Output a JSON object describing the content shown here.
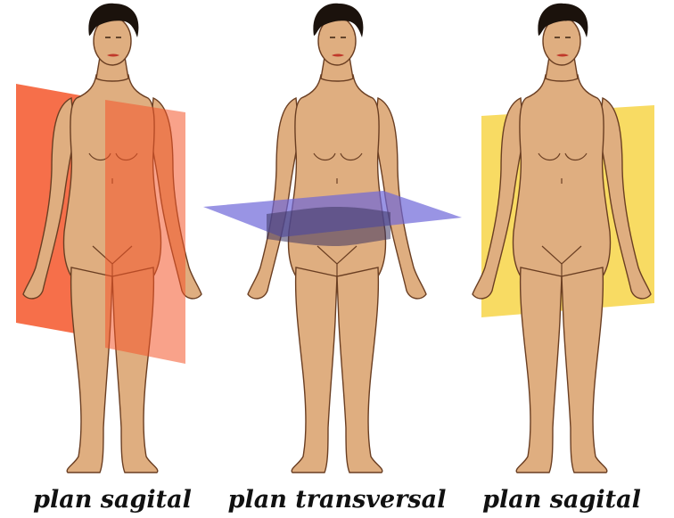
{
  "panels": [
    {
      "caption": "plan sagital",
      "plane": "sagittal-offset",
      "plane_color": "#f4562a"
    },
    {
      "caption": "plan transversal",
      "plane": "transverse",
      "plane_color": "#6d66d9"
    },
    {
      "caption": "plan sagital",
      "plane": "coronal",
      "plane_color": "#f6d23c"
    }
  ],
  "colors": {
    "skin": "#dfae80",
    "skin_shadow": "#c99468",
    "outline": "#6a3e22",
    "hair": "#1b120c",
    "lips": "#c0392b"
  }
}
